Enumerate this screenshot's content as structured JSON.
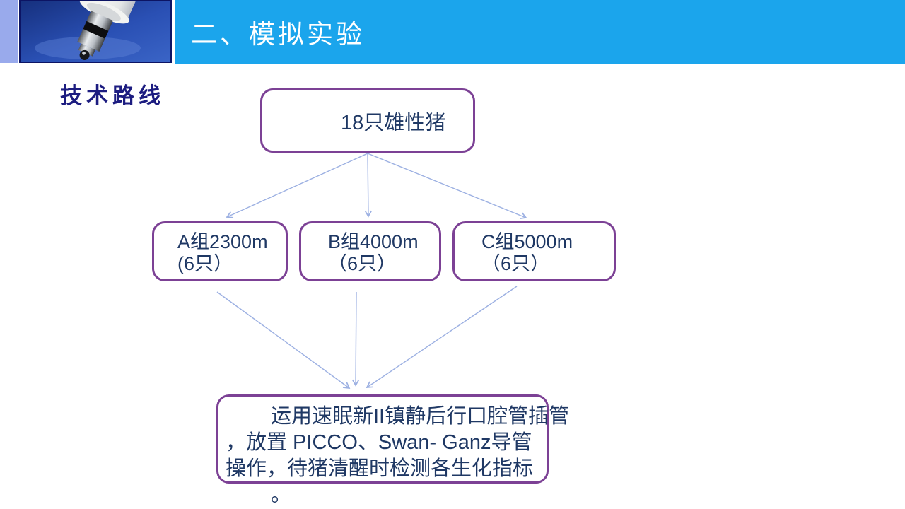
{
  "header": {
    "title": "二、模拟实验",
    "photo": "syringe-tip-photo"
  },
  "section_heading": "技术路线",
  "flowchart": {
    "top_box": {
      "label": "18只雄性猪"
    },
    "group_boxes": [
      {
        "line1": "A组2300m",
        "line2": "(6只）"
      },
      {
        "line1": "B组4000m",
        "line2": "（6只）"
      },
      {
        "line1": "C组5000m",
        "line2": "（6只）"
      }
    ],
    "result_box": {
      "lines": [
        "运用速眠新II镇静后行口腔管插管",
        "，放置 PICCO、Swan- Ganz导管",
        "操作，待猪清醒时检测各生化指标",
        "。"
      ]
    }
  },
  "colors": {
    "header_bar": "#1ba5ec",
    "accent_strip": "#99aaec",
    "box_border": "#7c4195",
    "box_text": "#1f3864",
    "heading_text": "#1c1c80",
    "arrow": "#9cb0e2"
  }
}
